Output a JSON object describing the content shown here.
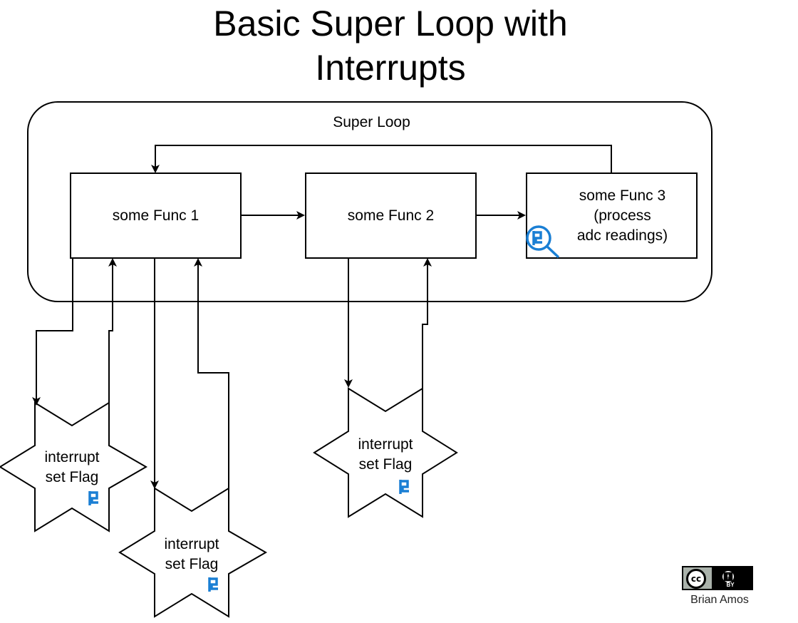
{
  "title": {
    "line1": "Basic Super Loop with",
    "line2": "Interrupts"
  },
  "super_loop": {
    "label": "Super Loop"
  },
  "functions": [
    {
      "lines": [
        "some Func 1"
      ]
    },
    {
      "lines": [
        "some Func 2"
      ]
    },
    {
      "lines": [
        "some Func 3",
        "(process",
        "adc readings)"
      ]
    }
  ],
  "interrupts": [
    {
      "line1": "interrupt",
      "line2": "set Flag",
      "icon": "flag-icon"
    },
    {
      "line1": "interrupt",
      "line2": "set Flag",
      "icon": "flag-icon"
    },
    {
      "line1": "interrupt",
      "line2": "set Flag",
      "icon": "flag-icon"
    }
  ],
  "func3_icon": "magnifier-flag-icon",
  "license": {
    "cc_label": "cc",
    "by_label": "BY",
    "author": "Brian Amos"
  },
  "colors": {
    "icon_blue": "#1a7fd4",
    "badge_gray": "#aab2ab"
  }
}
